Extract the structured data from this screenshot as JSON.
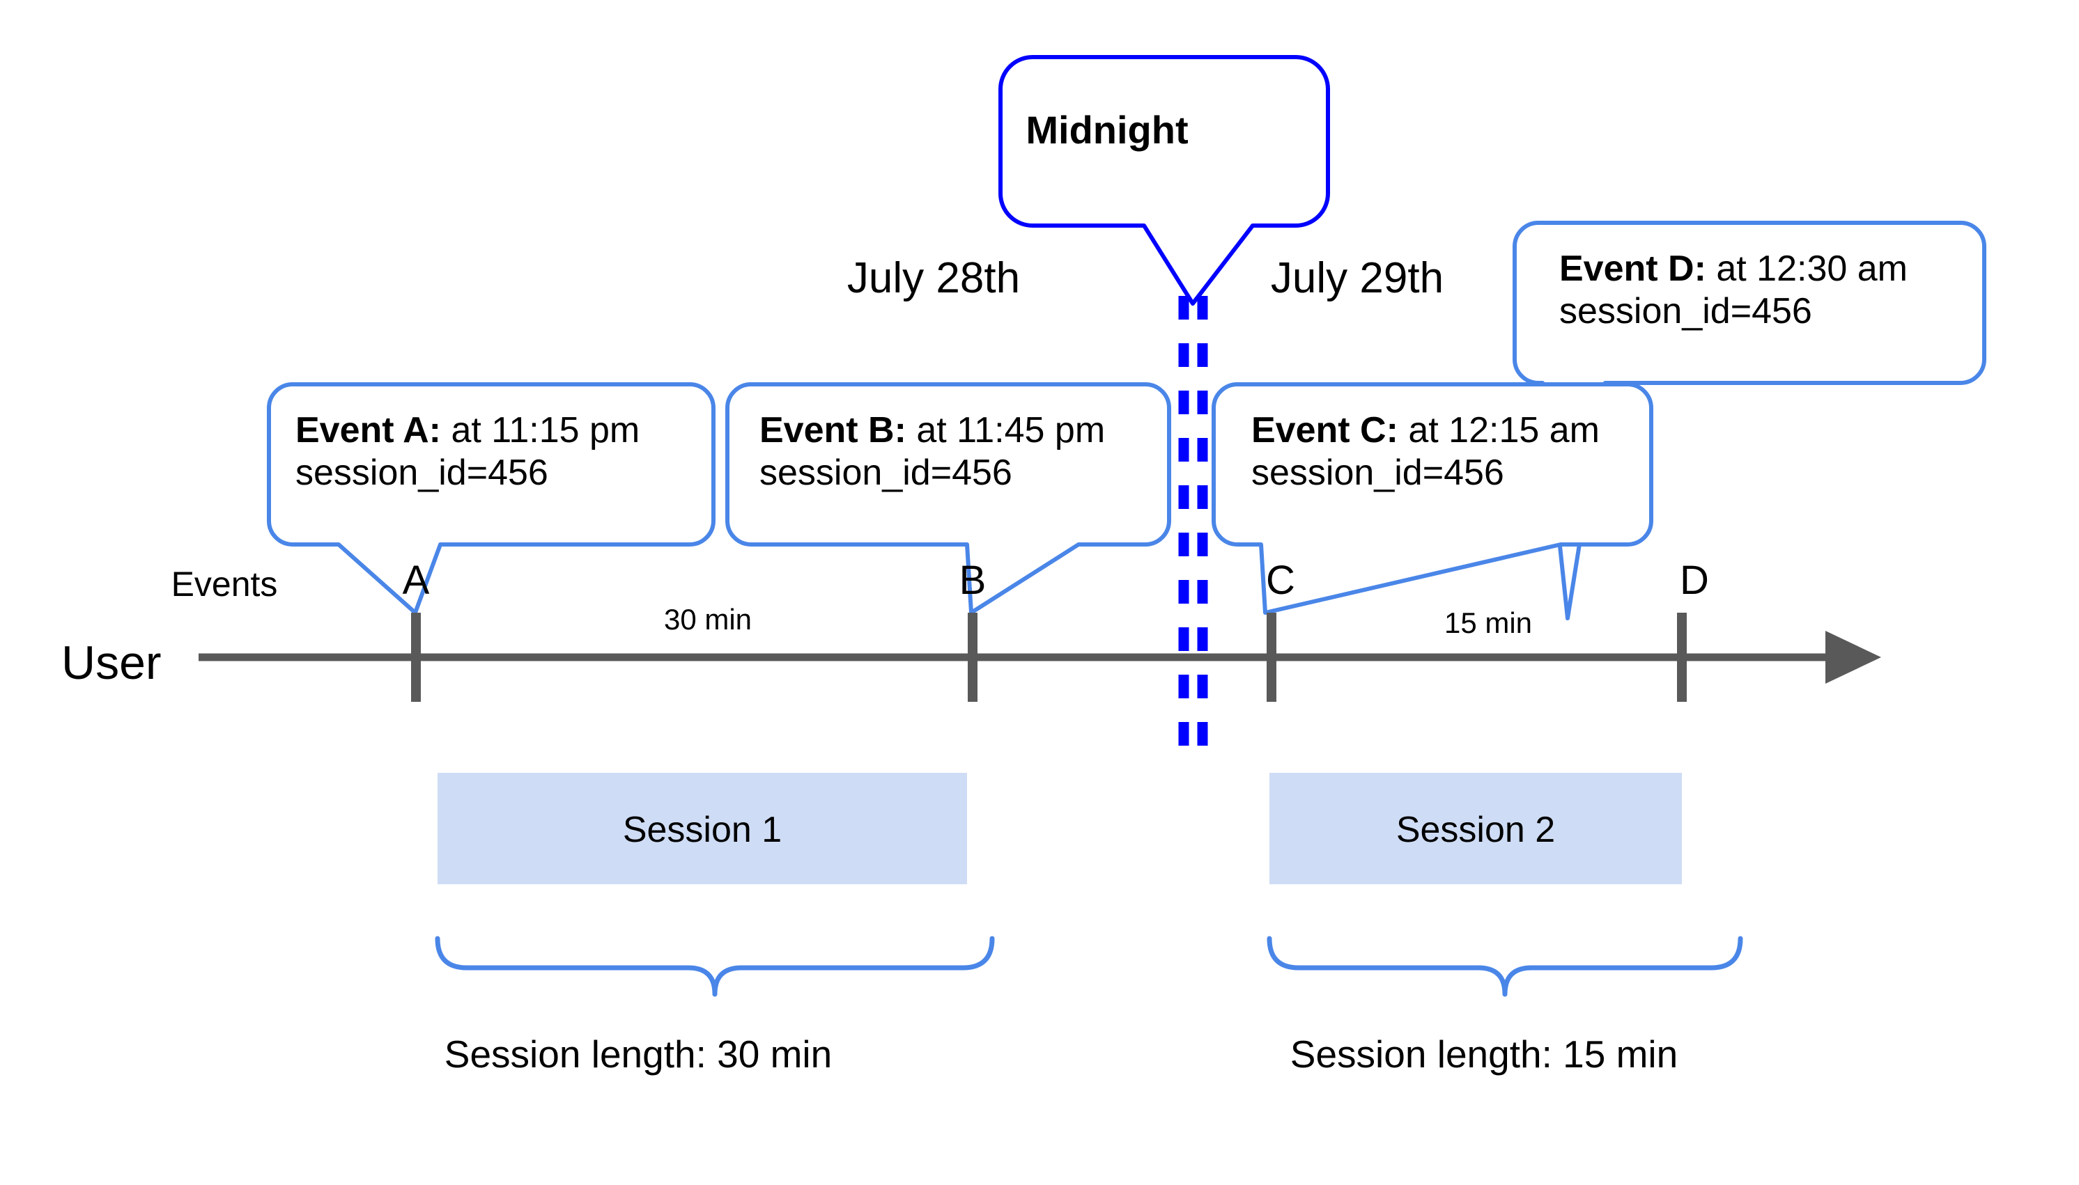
{
  "diagram": {
    "title_label_user": "User",
    "events_row_label": "Events",
    "midnight_label": "Midnight",
    "dates": [
      {
        "label": "July 28th"
      },
      {
        "label": "July 29th"
      }
    ],
    "event_ticks": [
      {
        "id": "A",
        "label": "A"
      },
      {
        "id": "B",
        "label": "B"
      },
      {
        "id": "C",
        "label": "C"
      },
      {
        "id": "D",
        "label": "D"
      }
    ],
    "intervals": [
      {
        "label": "30 min"
      },
      {
        "label": "15 min"
      }
    ],
    "callouts": [
      {
        "id": "A",
        "title": "Event A:",
        "time": " at 11:15 pm",
        "line2": "session_id=456"
      },
      {
        "id": "B",
        "title": "Event B:",
        "time": " at 11:45 pm",
        "line2": "session_id=456"
      },
      {
        "id": "C",
        "title": "Event C:",
        "time": " at 12:15 am",
        "line2": "session_id=456"
      },
      {
        "id": "D",
        "title": "Event D:",
        "time": " at 12:30 am",
        "line2": "session_id=456"
      }
    ],
    "sessions": [
      {
        "label": "Session 1",
        "length_label": "Session length: 30 min"
      },
      {
        "label": "Session 2",
        "length_label": "Session length: 15 min"
      }
    ],
    "colors": {
      "callout_border": "#4a86e8",
      "midnight_border": "#0000ff",
      "midnight_dash": "#0000ff",
      "axis": "#595959",
      "tick": "#595959",
      "session_fill": "#cfdcf5",
      "brace": "#4a86e8",
      "text": "#000000"
    }
  },
  "chart_data": {
    "type": "timeline",
    "title": "",
    "xlabel": "",
    "ylabel": "",
    "axis_label": "User",
    "series_label": "Events",
    "days": [
      "July 28th",
      "July 29th"
    ],
    "midnight_marker": "Midnight",
    "events": [
      {
        "name": "A",
        "time": "11:15 pm",
        "day": "July 28th",
        "session_id": 456,
        "session": "Session 1"
      },
      {
        "name": "B",
        "time": "11:45 pm",
        "day": "July 28th",
        "session_id": 456,
        "session": "Session 1"
      },
      {
        "name": "C",
        "time": "12:15 am",
        "day": "July 29th",
        "session_id": 456,
        "session": "Session 2"
      },
      {
        "name": "D",
        "time": "12:30 am",
        "day": "July 29th",
        "session_id": 456,
        "session": "Session 2"
      }
    ],
    "gaps": [
      {
        "from": "A",
        "to": "B",
        "label": "30 min",
        "minutes": 30
      },
      {
        "from": "C",
        "to": "D",
        "label": "15 min",
        "minutes": 15
      }
    ],
    "sessions": [
      {
        "name": "Session 1",
        "events": [
          "A",
          "B"
        ],
        "length_minutes": 30,
        "length_label": "Session length: 30 min"
      },
      {
        "name": "Session 2",
        "events": [
          "C",
          "D"
        ],
        "length_minutes": 15,
        "length_label": "Session length: 15 min"
      }
    ]
  }
}
